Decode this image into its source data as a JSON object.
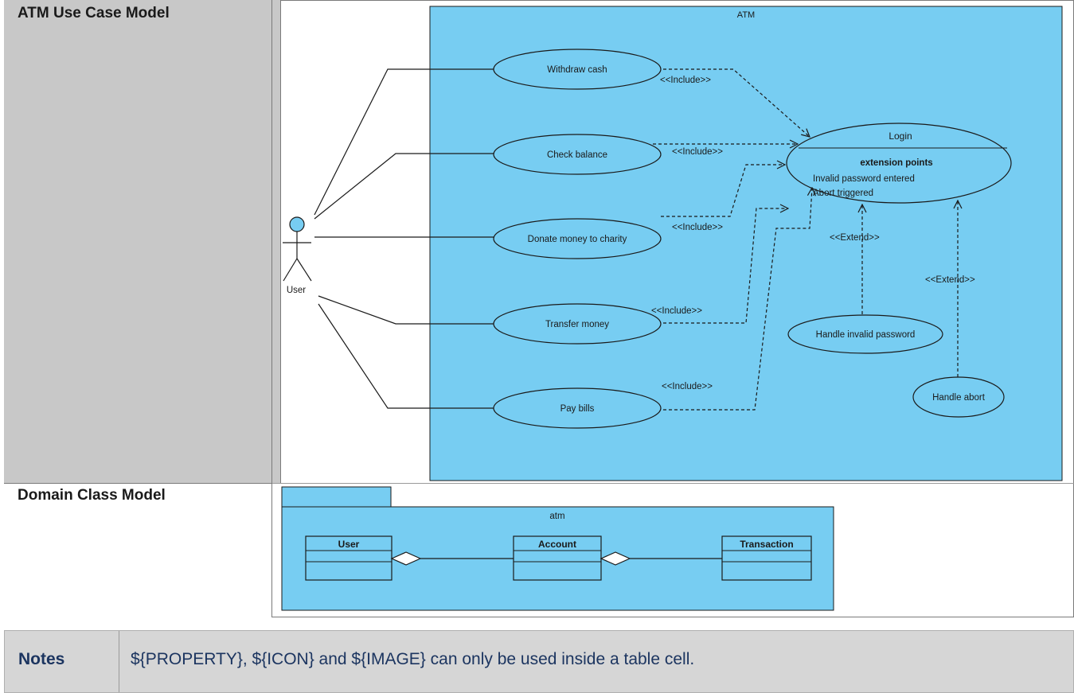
{
  "rows": [
    {
      "label": "ATM Use Case Model"
    },
    {
      "label": "Domain Class Model"
    }
  ],
  "use_case_diagram": {
    "system_name": "ATM",
    "actor": {
      "name": "User"
    },
    "use_cases": {
      "withdraw": "Withdraw cash",
      "balance": "Check balance",
      "donate": "Donate money to charity",
      "transfer": "Transfer money",
      "pay": "Pay bills",
      "invalid": "Handle invalid password",
      "abort": "Handle abort"
    },
    "login": {
      "name": "Login",
      "ext_title": "extension points",
      "ext_points": [
        "Invalid password entered",
        "Abort triggered"
      ]
    },
    "relations": {
      "include": "<<Include>>",
      "extend": "<<Extend>>"
    }
  },
  "class_diagram": {
    "package": "atm",
    "classes": [
      "User",
      "Account",
      "Transaction"
    ]
  },
  "notes": {
    "label": "Notes",
    "text": "${PROPERTY}, ${ICON} and ${IMAGE} can only be used inside a table cell."
  },
  "colors": {
    "diagram_fill": "#77cdf2",
    "label_cell": "#c8c8c8",
    "notes_bg": "#d6d6d6",
    "notes_text": "#1c3560"
  }
}
